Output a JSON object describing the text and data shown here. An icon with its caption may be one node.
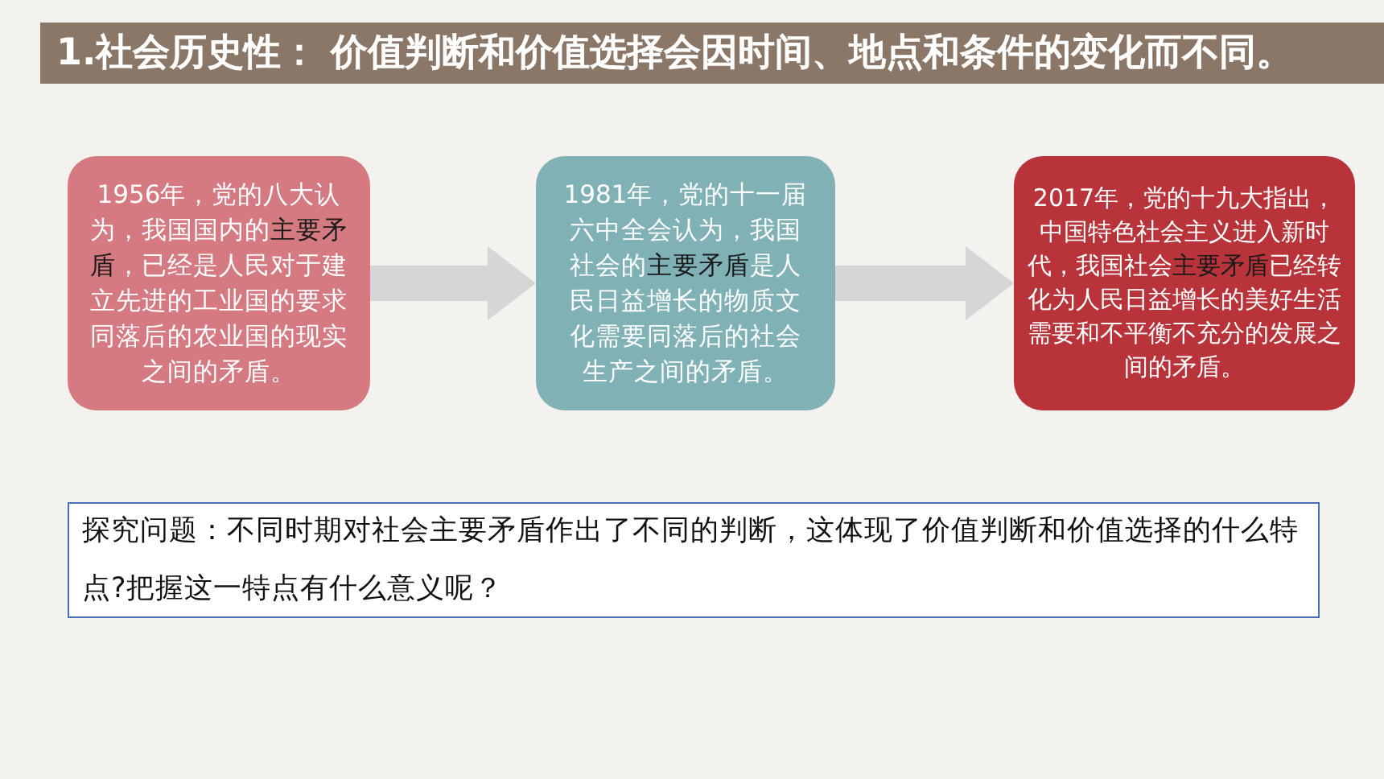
{
  "diagram": {
    "title": "1.社会历史性： 价值判断和价值选择会因时间、地点和条件的变化而不同。",
    "nodes": [
      {
        "text": [
          "1956年，党的八大认为，我国国内的**主要矛盾**，已经是人民对于建立先进的工业国的要求同落后的农业国的现实之间的矛盾。"
        ]
      },
      {
        "text": [
          "1981年，党的十一届六中全会认为，我国社会的**主要矛盾**是人民日益增长的物质文化需要同落后的社会生产之间的矛盾。"
        ]
      },
      {
        "text": [
          "2017年，党的十九大指出，中国特色社会主义进入新时代，我国社会**主要矛盾**已经转化为人民日益增长的美好生活需要和不平衡不充分的发展之间的矛盾。"
        ]
      },
      {
        "text": [
          "探究问题：不同时期对社会主要矛盾作出了不同的判断，这体现了价值判断和价值选择的什么特点?把握这一特点有什么意义呢？"
        ]
      }
    ],
    "edges": [
      {
        "from": 0,
        "to": 1,
        "arrow": "to"
      },
      {
        "from": 1,
        "to": 2,
        "arrow": "to"
      }
    ]
  }
}
